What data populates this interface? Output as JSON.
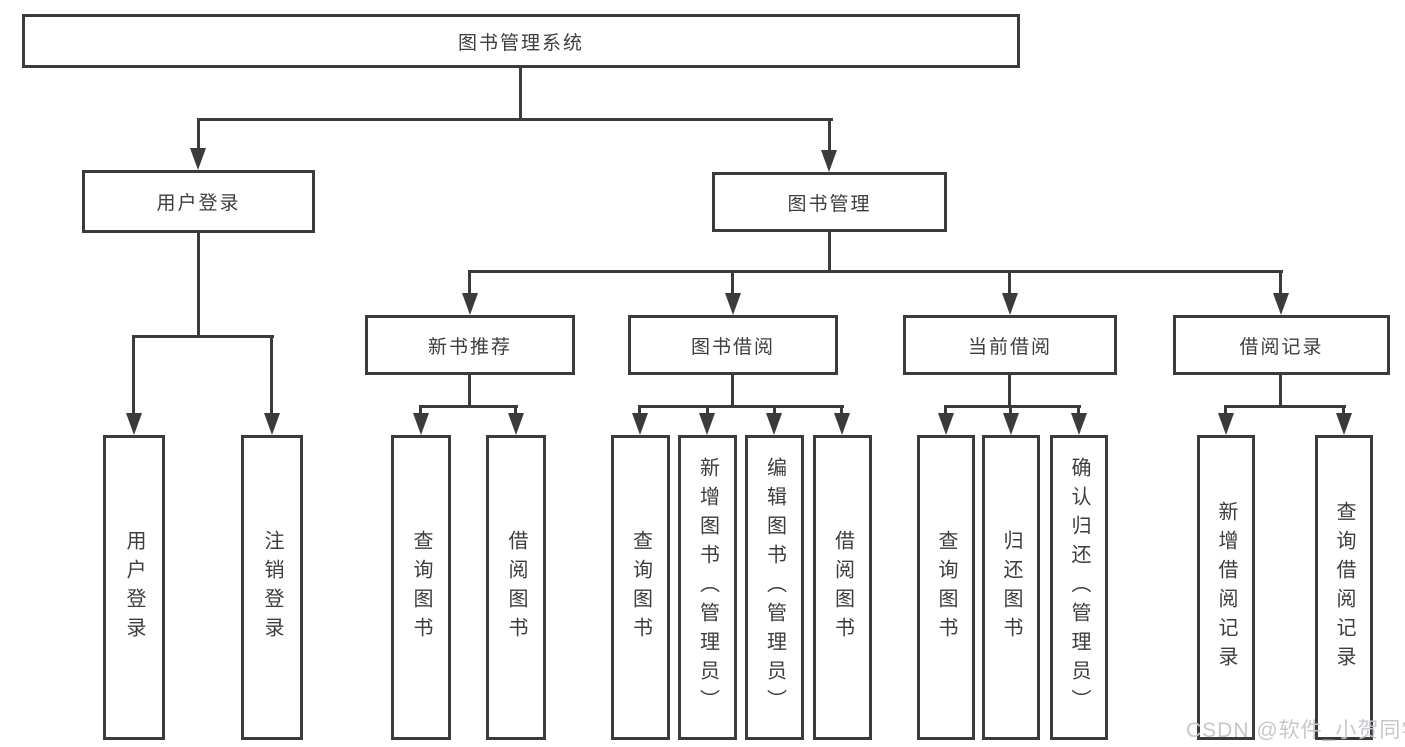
{
  "root": {
    "label": "图书管理系统"
  },
  "branches": {
    "user_login": {
      "label": "用户登录",
      "children": [
        {
          "label": "用户登录"
        },
        {
          "label": "注销登录"
        }
      ]
    },
    "book_management": {
      "label": "图书管理",
      "children": [
        {
          "label": "新书推荐",
          "children": [
            {
              "label": "查询图书"
            },
            {
              "label": "借阅图书"
            }
          ]
        },
        {
          "label": "图书借阅",
          "children": [
            {
              "label": "查询图书"
            },
            {
              "label": "新增图书（管理员）"
            },
            {
              "label": "编辑图书（管理员）"
            },
            {
              "label": "借阅图书"
            }
          ]
        },
        {
          "label": "当前借阅",
          "children": [
            {
              "label": "查询图书"
            },
            {
              "label": "归还图书"
            },
            {
              "label": "确认归还（管理员）"
            }
          ]
        },
        {
          "label": "借阅记录",
          "children": [
            {
              "label": "新增借阅记录"
            },
            {
              "label": "查询借阅记录"
            }
          ]
        }
      ]
    }
  },
  "watermark": {
    "text": "CSDN @软件_小贺同学"
  },
  "icons": {
    "arrow_down": "css-triangle-down"
  },
  "colors": {
    "line": "#3b3b3b",
    "text": "#3d3d3d",
    "background": "#ffffff",
    "watermark": "#c7c7cc"
  }
}
